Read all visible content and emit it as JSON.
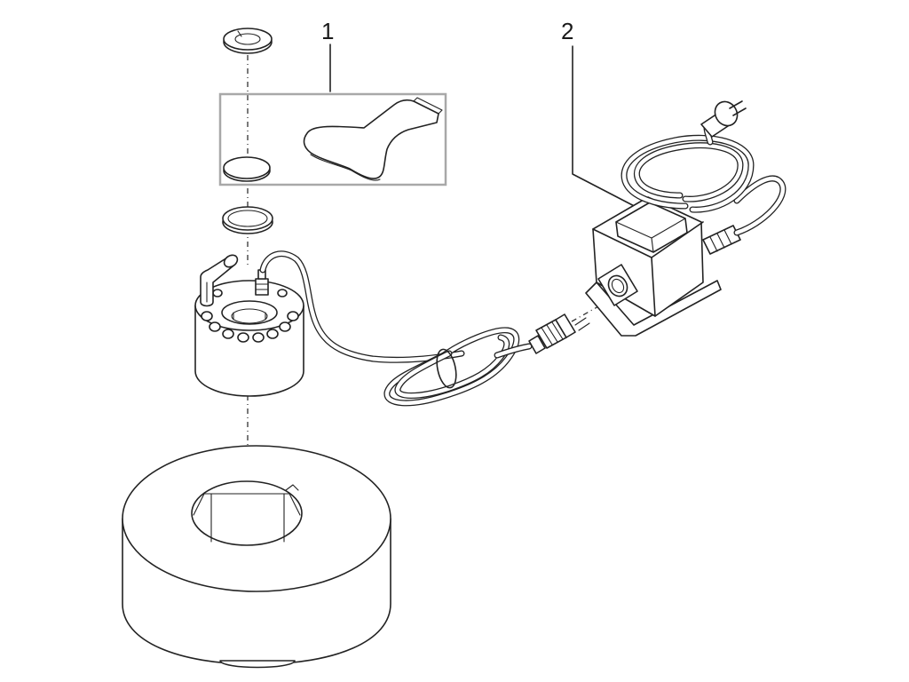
{
  "callouts": [
    {
      "label": "1",
      "refers_to": "accessory-kit"
    },
    {
      "label": "2",
      "refers_to": "transformer"
    }
  ]
}
